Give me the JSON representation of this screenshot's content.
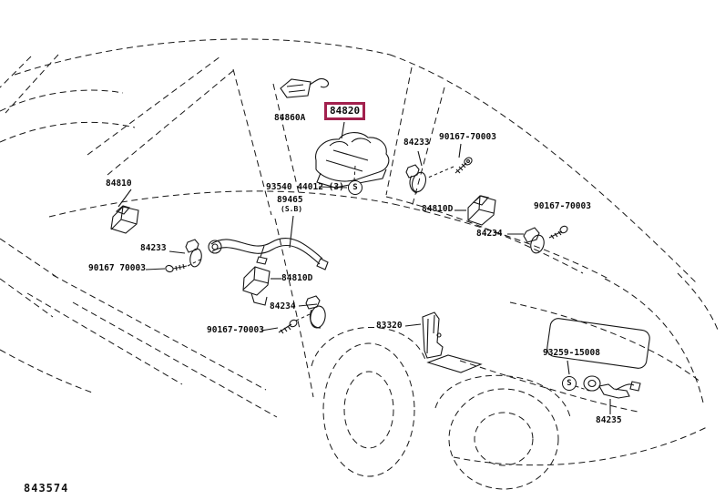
{
  "diagram": {
    "figure_code": "843574",
    "highlight": {
      "part": "84820",
      "box_color": "#A2214E"
    },
    "symbols": [
      {
        "name": "screw-symbol-window-switch",
        "glyph": "S"
      },
      {
        "name": "screw-symbol-luggage-switch",
        "glyph": "S"
      }
    ],
    "labels": [
      {
        "text": "84860A"
      },
      {
        "text": "84820"
      },
      {
        "text": "84233"
      },
      {
        "text": "90167-70003"
      },
      {
        "text": "84810"
      },
      {
        "text": "93540 44012 (3)"
      },
      {
        "text": "89465"
      },
      {
        "text": "(S.B)"
      },
      {
        "text": "84810D"
      },
      {
        "text": "90167-70003"
      },
      {
        "text": "84234"
      },
      {
        "text": "84233"
      },
      {
        "text": "90167 70003"
      },
      {
        "text": "84810D"
      },
      {
        "text": "84234"
      },
      {
        "text": "90167-70003"
      },
      {
        "text": "83320"
      },
      {
        "text": "93259-15008"
      },
      {
        "text": "84235"
      }
    ]
  }
}
